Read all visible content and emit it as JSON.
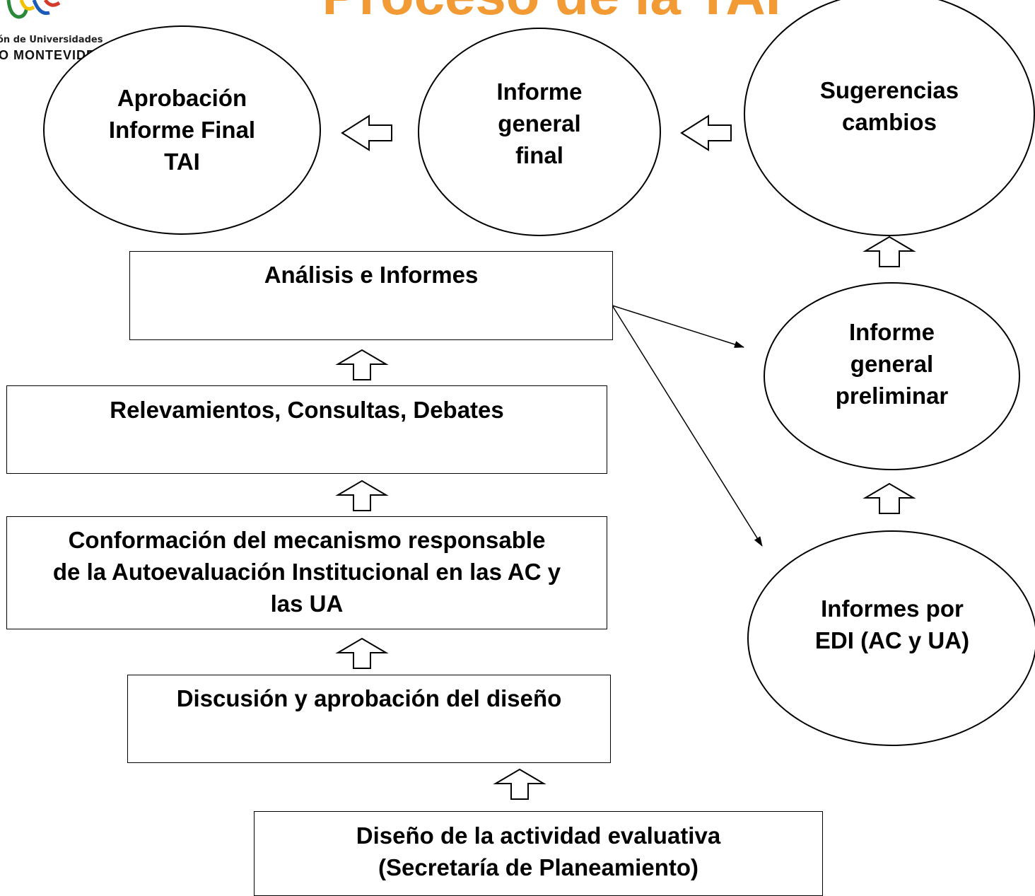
{
  "header": {
    "title": "Proceso de la TAI",
    "logo_top": "ón de Universidades",
    "logo_bottom": "O MONTEVIDEO",
    "title_color": "#f29a33"
  },
  "nodes": {
    "aprobacion": "Aprobación\nInforme Final\nTAI",
    "informe_final": "Informe\ngeneral\nfinal",
    "sugerencias": "Sugerencias\ncambios",
    "analisis": "Análisis e Informes",
    "informe_preliminar": "Informe\ngeneral\npreliminar",
    "relevamientos": "Relevamientos, Consultas, Debates",
    "conformacion": "Conformación del mecanismo responsable\nde la Autoevaluación Institucional en las AC y\nlas UA",
    "informes_edi": "Informes por\nEDI (AC y UA)",
    "discusion": "Discusión y aprobación del diseño",
    "diseno": "Diseño de la actividad evaluativa\n(Secretaría de Planeamiento)"
  },
  "arrow_icons": [
    "block-arrow-up-icon",
    "block-arrow-left-icon",
    "line-arrow-icon"
  ]
}
